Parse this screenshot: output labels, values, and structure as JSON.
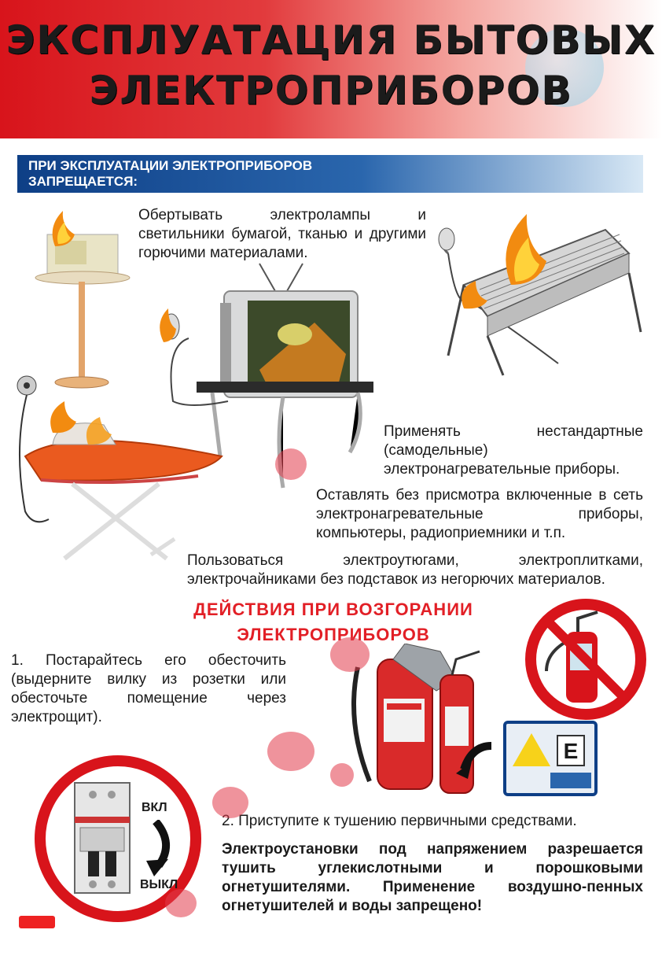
{
  "title_line1": "ЭКСПЛУАТАЦИЯ БЫТОВЫХ",
  "title_line2": "ЭЛЕКТРОПРИБОРОВ",
  "banner_text": "ПРИ ЭКСПЛУАТАЦИИ ЭЛЕКТРОПРИБОРОВ ЗАПРЕЩАЕТСЯ:",
  "rules": {
    "wrap": "Обертывать электролампы и светильники бумагой, тканью и другими горючими материалами.",
    "nonstandard": "Применять нестандартные (самодельные) электронагревательные приборы.",
    "unattended": "Оставлять без присмотра включенные в сеть электронагревательные приборы, компьютеры, радиоприемники и т.п.",
    "stands": "Пользоваться электроутюгами, электроплитками, электрочайниками без подставок из негорючих материалов."
  },
  "actions_heading_line1": "ДЕЙСТВИЯ ПРИ ВОЗГОРАНИИ",
  "actions_heading_line2": "ЭЛЕКТРОПРИБОРОВ",
  "step1": "1. Постарайтесь его обесточить (выдерните вилку из розетки или обесточьте помещение через электрощит).",
  "step2": "2. Приступите к тушению первичными средствами.",
  "warning": "Электроустановки под напряжением разрешается тушить углекислотными и порошковыми огнетушителями. Применение воздушно-пенных огнетушителей и воды запрещено!",
  "breaker_on": "ВКЛ",
  "breaker_off": "ВЫКЛ",
  "sign_letter": "E",
  "colors": {
    "header_red": "#d8141b",
    "banner_blue": "#0e3f86",
    "heading_red": "#e21f26"
  }
}
